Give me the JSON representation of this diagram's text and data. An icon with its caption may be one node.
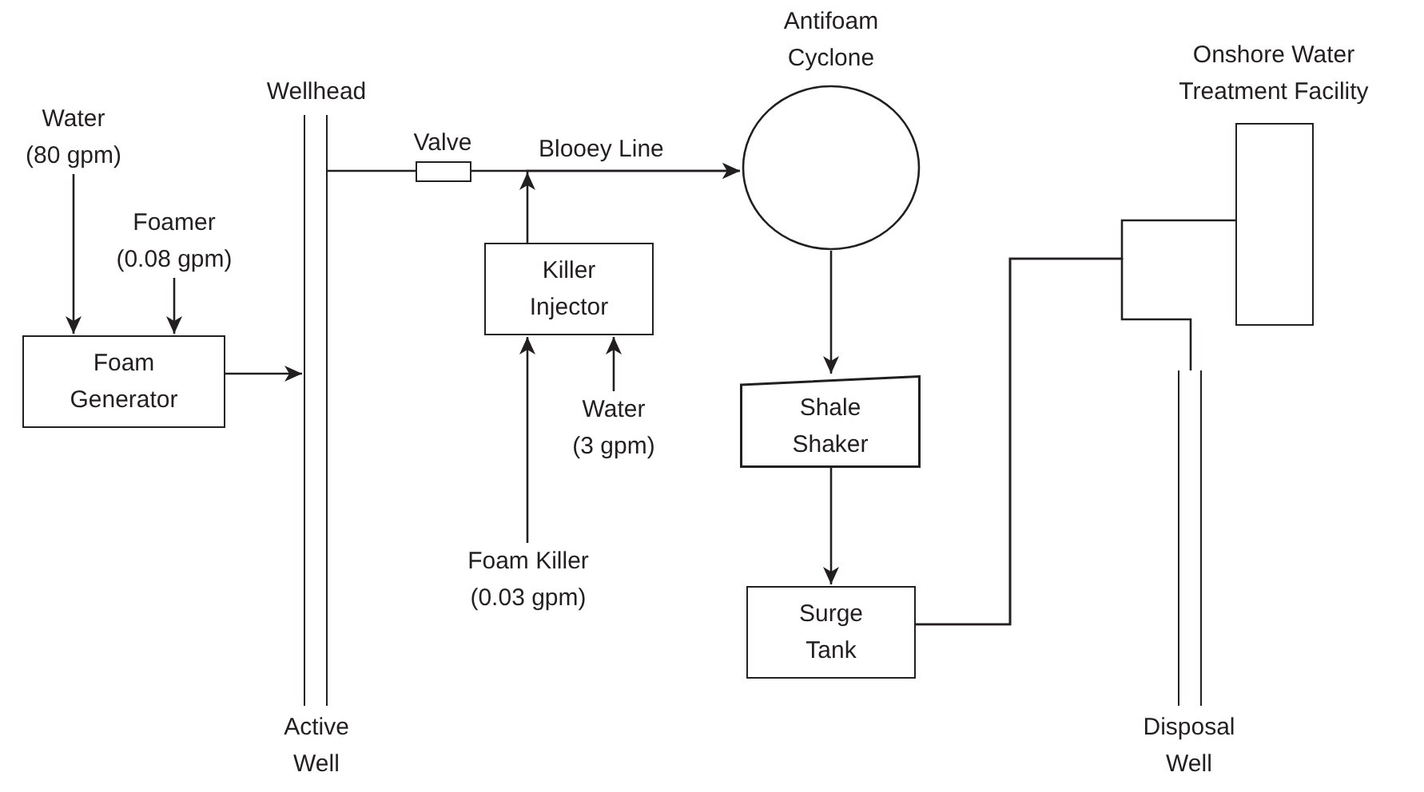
{
  "diagram": {
    "nodes": [
      {
        "text": [
          "Water (80 gpm)"
        ]
      },
      {
        "text": [
          "Foamer (0.08 gpm)"
        ]
      },
      {
        "text": [
          "Foam Generator"
        ]
      },
      {
        "text": [],
        "shape": "pipe",
        "beside": [
          "Wellhead",
          "Active Well"
        ]
      },
      {
        "text": [],
        "shape": "box",
        "beside": [
          "Valve"
        ]
      },
      {
        "text": [
          "Killer Injector"
        ]
      },
      {
        "text": [
          "Water (3 gpm)"
        ]
      },
      {
        "text": [
          "Foam Killer (0.03 gpm)"
        ]
      },
      {
        "text": [
          "Antifoam Cyclone"
        ]
      },
      {
        "text": [
          "Shale Shaker"
        ]
      },
      {
        "text": [
          "Surge Tank"
        ]
      },
      {
        "text": [],
        "shape": "box",
        "beside": [
          "Onshore Water Treatment Facility"
        ]
      },
      {
        "text": [],
        "shape": "pipe",
        "beside": [
          "Disposal Well"
        ]
      }
    ],
    "edges": [
      {
        "from": 0,
        "to": 2,
        "arrow": "to"
      },
      {
        "from": 1,
        "to": 2,
        "arrow": "to"
      },
      {
        "from": 2,
        "to": 3,
        "arrow": "to"
      },
      {
        "from": 3,
        "to": 4,
        "arrow": "none"
      },
      {
        "from": 4,
        "to": 8,
        "arrow": "to",
        "label": "Blooey Line"
      },
      {
        "from": 5,
        "to": 8,
        "arrow": "to"
      },
      {
        "from": 6,
        "to": 5,
        "arrow": "to"
      },
      {
        "from": 7,
        "to": 5,
        "arrow": "to"
      },
      {
        "from": 8,
        "to": 9,
        "arrow": "to"
      },
      {
        "from": 9,
        "to": 10,
        "arrow": "to"
      },
      {
        "from": 10,
        "to": 11,
        "arrow": "none"
      },
      {
        "from": 10,
        "to": 12,
        "arrow": "none"
      }
    ]
  }
}
